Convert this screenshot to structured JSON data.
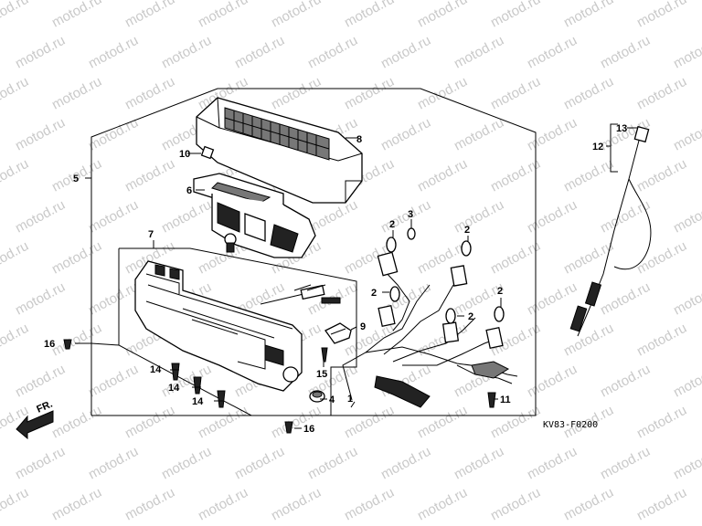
{
  "watermark": {
    "text": "motod.ru"
  },
  "diagram_code": "KV83-F0200",
  "front_arrow": {
    "label": "FR."
  },
  "callouts": [
    {
      "id": "c5",
      "text": "5"
    },
    {
      "id": "c8",
      "text": "8"
    },
    {
      "id": "c10",
      "text": "10"
    },
    {
      "id": "c6",
      "text": "6"
    },
    {
      "id": "c7",
      "text": "7"
    },
    {
      "id": "c16a",
      "text": "16"
    },
    {
      "id": "c14a",
      "text": "14"
    },
    {
      "id": "c14b",
      "text": "14"
    },
    {
      "id": "c14c",
      "text": "14"
    },
    {
      "id": "c16b",
      "text": "16"
    },
    {
      "id": "c4",
      "text": "4"
    },
    {
      "id": "c1",
      "text": "1"
    },
    {
      "id": "c15",
      "text": "15"
    },
    {
      "id": "c9",
      "text": "9"
    },
    {
      "id": "c2a",
      "text": "2"
    },
    {
      "id": "c3",
      "text": "3"
    },
    {
      "id": "c2b",
      "text": "2"
    },
    {
      "id": "c2c",
      "text": "2"
    },
    {
      "id": "c2d",
      "text": "2"
    },
    {
      "id": "c2e",
      "text": "2"
    },
    {
      "id": "c11",
      "text": "11"
    },
    {
      "id": "c13",
      "text": "13"
    },
    {
      "id": "c12",
      "text": "12"
    }
  ],
  "colors": {
    "line": "#000000",
    "watermark": "#c9c9c9",
    "background": "#ffffff"
  }
}
